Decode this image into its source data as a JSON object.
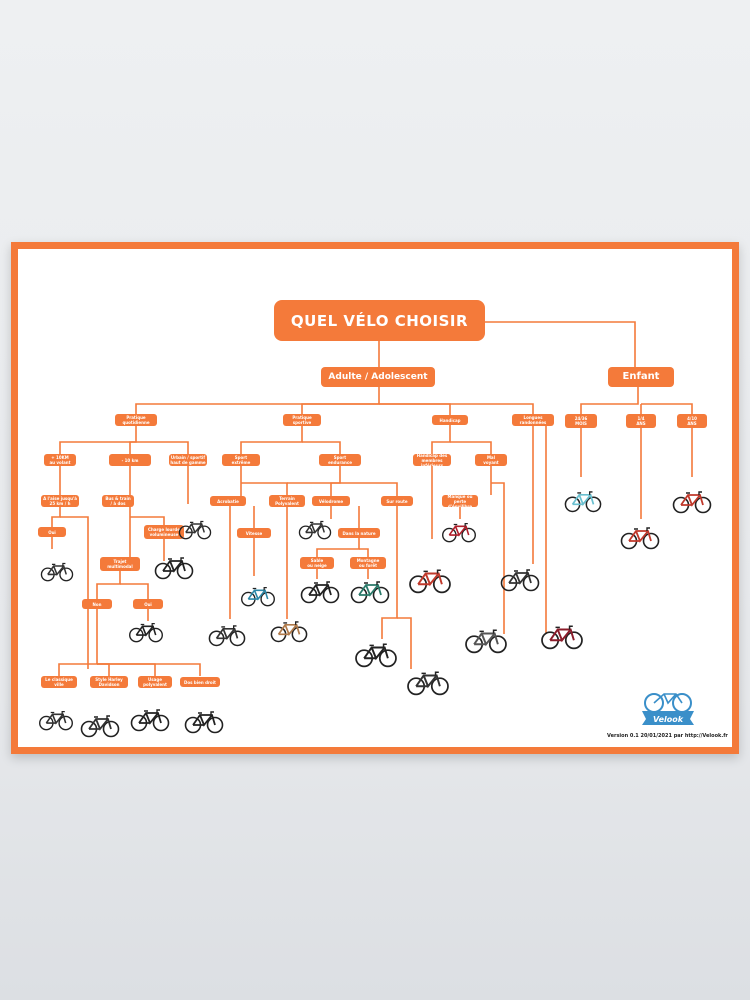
{
  "title": "QUEL VÉLO CHOISIR",
  "branches": {
    "adult": "Adulte / Adolescent",
    "child": "Enfant"
  },
  "nodes": {
    "pratique_quotidienne": "Pratique\nquotidienne",
    "pratique_sportive": "Pratique\nsportive",
    "handicap": "Handicap",
    "longues_randonnees": "Longues\nrandonnées",
    "ans_24_36": "24/36\nMOIS",
    "ans_1_4": "1/4\nANS",
    "ans_4_10": "4/10\nANS",
    "km_10plus": "+ 10KM\nau volant",
    "km_10minus": "- 10 km",
    "urbain_sportif": "Urbain / sportif\nhaut de gamme",
    "sport_extreme": "Sport\nextrême",
    "sport_endurance": "Sport\nendurance",
    "handicap_membres": "Handicap des\nmembres inférieurs",
    "mal_voyant": "Mal\nvoyant",
    "allure_25": "A l'aise jusqu'à\n25 km / h",
    "bus_train": "Bus & train\n/ à dos",
    "oui_1": "Oui",
    "charge_lourde": "Charge lourde\nvolumineuse",
    "trajet_multimodal": "Trajet\nmultimodal",
    "non": "Non",
    "oui_2": "Oui",
    "acrobatie": "Acrobatie",
    "vitesse": "Vitesse",
    "terrain_poly": "Terrain\nPolyvalent",
    "velodrome": "Vélodrome",
    "sur_route": "Sur route",
    "manque_equilibre": "Manque ou perte\nd'équilibre",
    "dans_nature": "Dans la nature",
    "sable_neige": "Sable\nou neige",
    "montagne_foret": "Montagne\nou forêt",
    "classique_ville": "Le classique\nville",
    "style_harley": "Style Harley\nDavidson",
    "usage_polyvalent": "Usage\npolyvalent",
    "dos_droit": "Dos bien droit"
  },
  "footer": "Version 0.1 20/01/2021 par http://Velook.fr",
  "logo_text": "Velook",
  "colors": {
    "accent": "#f47a3a",
    "wall": "#e9ebee",
    "logo_blue": "#3a8fc9"
  },
  "icons": {
    "bike": "bicycle-icon",
    "tricycle": "tricycle-icon",
    "logo": "velook-logo"
  }
}
